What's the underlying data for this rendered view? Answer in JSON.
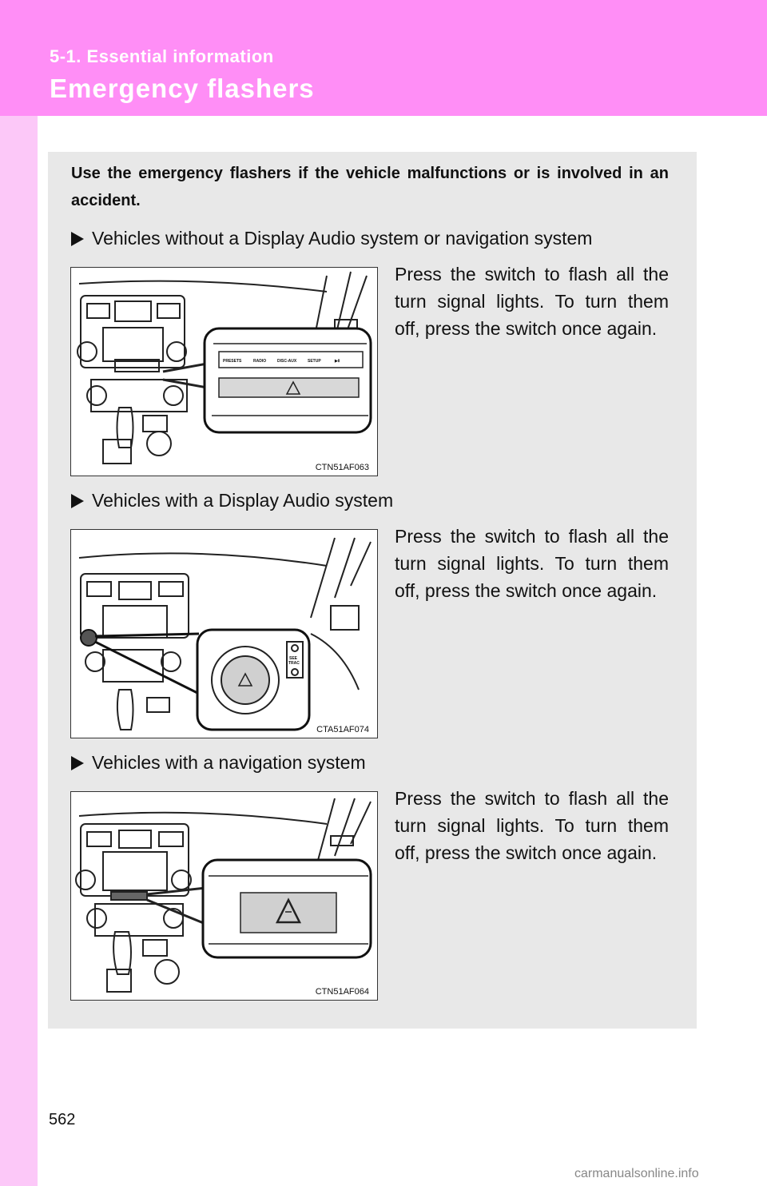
{
  "header": {
    "section": "5-1. Essential information",
    "title": "Emergency flashers"
  },
  "intro": "Use the emergency flashers if the vehicle malfunctions or is involved in an accident.",
  "sections": [
    {
      "heading": "Vehicles without a Display Audio system or navigation system",
      "description": "Press the switch to flash all the turn signal lights. To turn them off, press the switch once again.",
      "figure_code": "CTN51AF063",
      "figure_labels": [
        "PRESETS",
        "RADIO",
        "DISC-AUX",
        "SETUP",
        "▶Ⅱ"
      ]
    },
    {
      "heading": "Vehicles with a Display Audio system",
      "description": "Press the switch to flash all the turn signal lights. To turn them off, press the switch once again.",
      "figure_code": "CTA51AF074",
      "figure_labels": [
        "SEE",
        "TRAC"
      ]
    },
    {
      "heading": "Vehicles with a navigation system",
      "description": "Press the switch to flash all the turn signal lights. To turn them off, press the switch once again.",
      "figure_code": "CTN51AF064"
    }
  ],
  "page_number": "562",
  "watermark": "carmanualsonline.info",
  "colors": {
    "header_bg": "#ff8ef6",
    "side_strip": "#fcc8f8",
    "content_bg": "#e8e8e8"
  }
}
